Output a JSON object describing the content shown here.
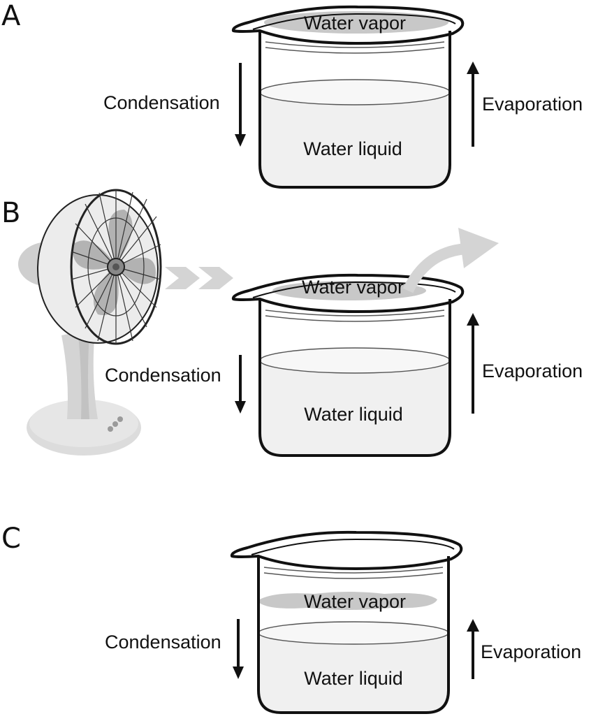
{
  "panels": {
    "a": {
      "letter": "A",
      "vapor_label": "Water vapor",
      "liquid_label": "Water liquid",
      "condensation_label": "Condensation",
      "evaporation_label": "Evaporation"
    },
    "b": {
      "letter": "B",
      "vapor_label": "Water vapor",
      "liquid_label": "Water liquid",
      "condensation_label": "Condensation",
      "evaporation_label": "Evaporation"
    },
    "c": {
      "letter": "C",
      "vapor_label": "Water vapor",
      "liquid_label": "Water liquid",
      "condensation_label": "Condensation",
      "evaporation_label": "Evaporation"
    }
  },
  "colors": {
    "vapor": "#c8c8c8",
    "liquid": "#f0f0f0",
    "fan": "#d9d9d9",
    "fan_blade": "#a9a9a9",
    "airflow": "#d4d4d4",
    "arrow": "#111111"
  }
}
